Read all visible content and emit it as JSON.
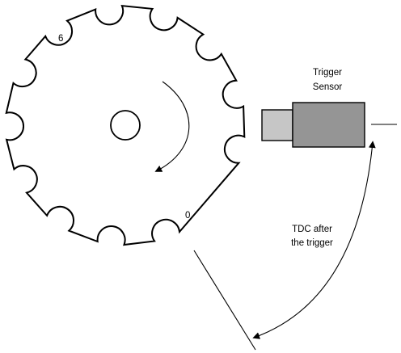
{
  "tooth_labels": {
    "first": "6",
    "second": "0"
  },
  "sensor": {
    "label_line1": "Trigger",
    "label_line2": "Sensor",
    "tip_color": "#c6c6c6",
    "body_color": "#959595"
  },
  "angle_label": {
    "line1": "TDC after",
    "line2": "the trigger"
  },
  "colors": {
    "stroke": "#000000",
    "background": "#ffffff"
  }
}
